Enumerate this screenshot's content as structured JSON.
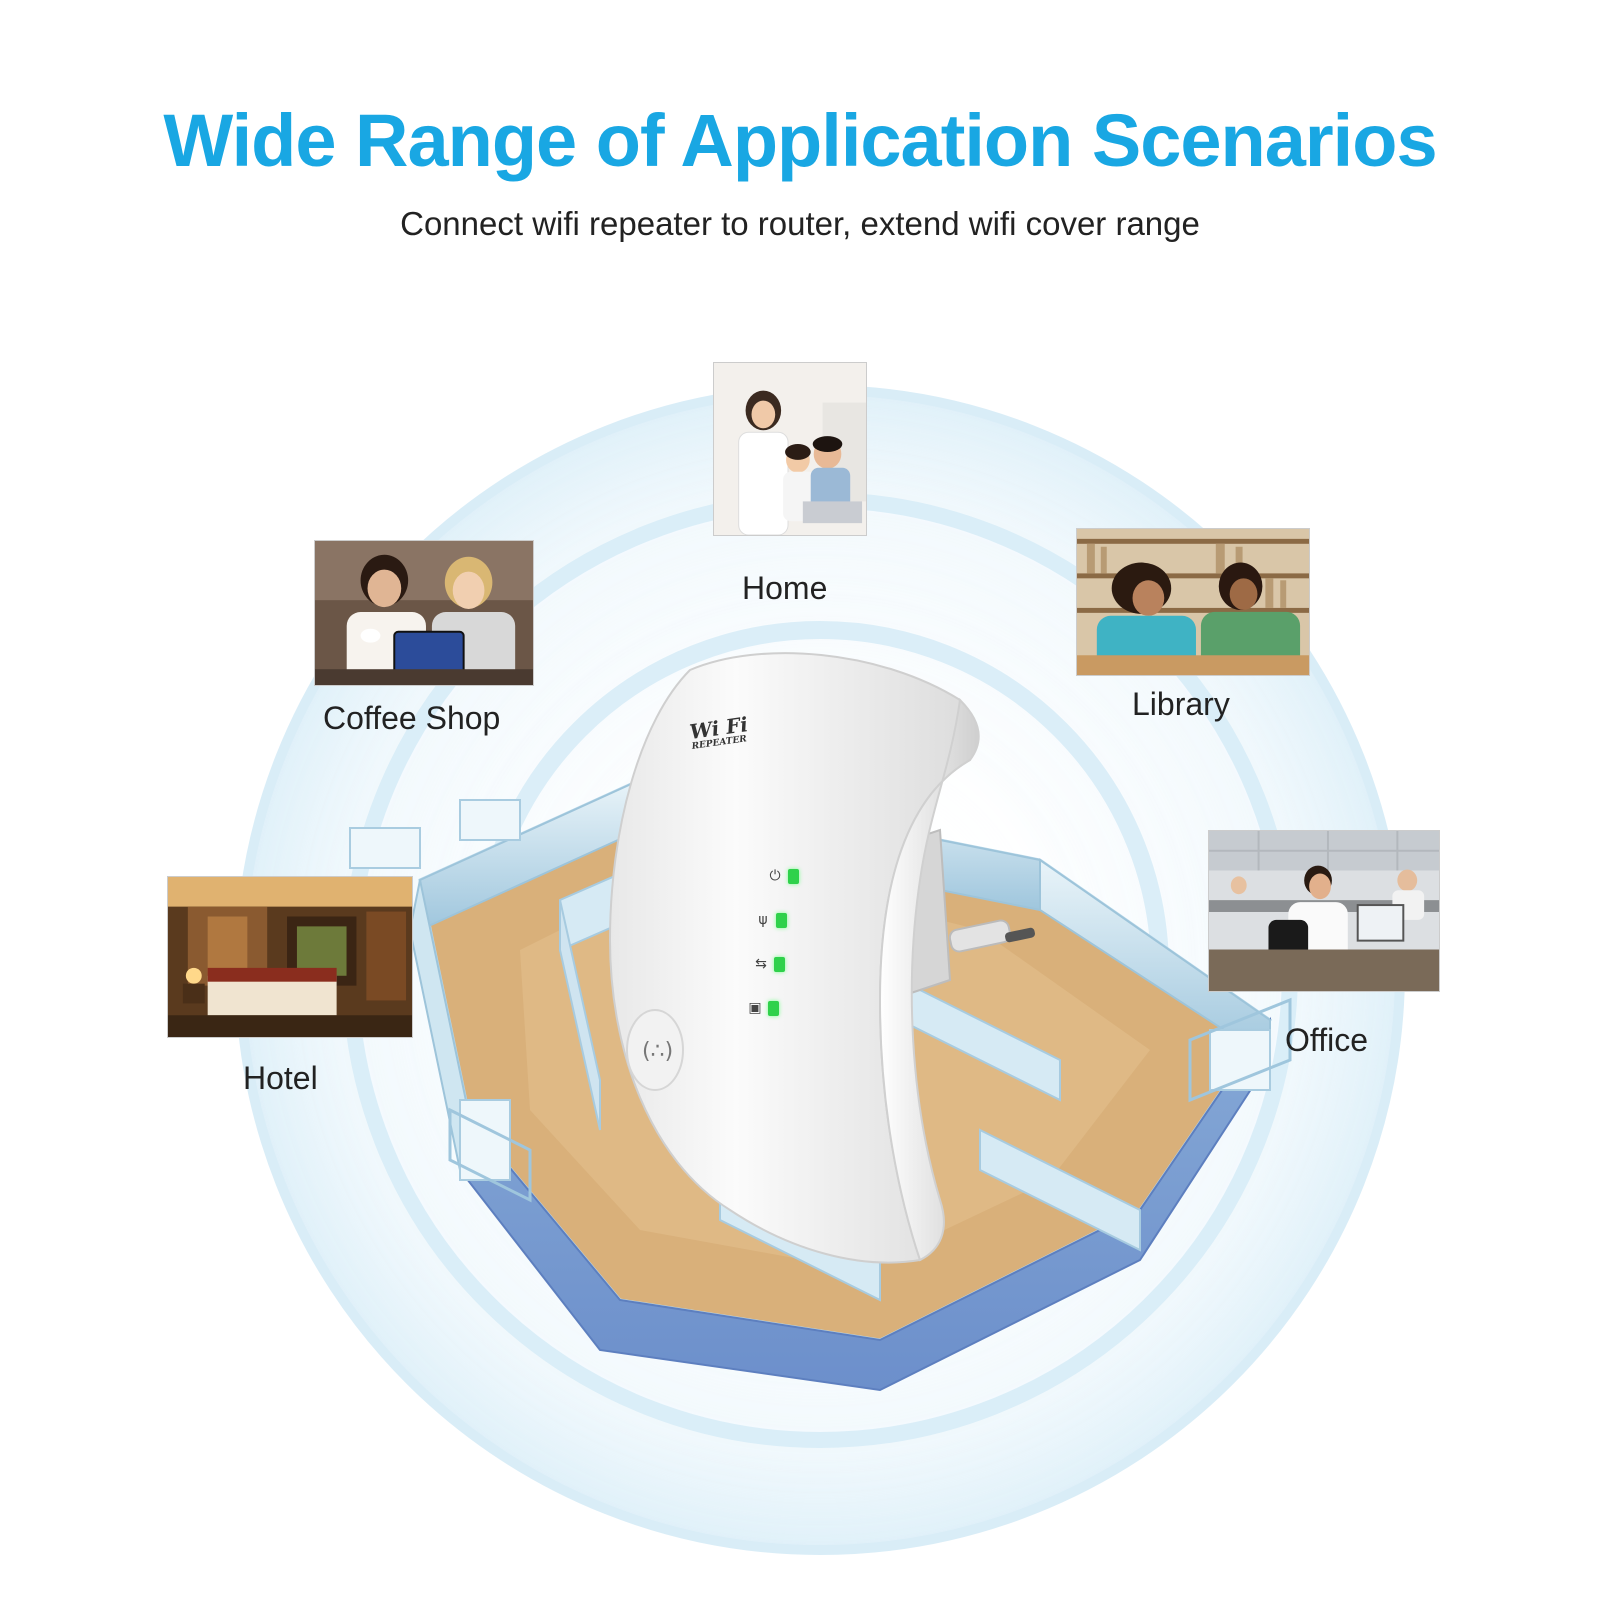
{
  "header": {
    "title": "Wide Range of Application Scenarios",
    "subtitle": "Connect wifi repeater to router, extend wifi cover range"
  },
  "scenarios": [
    {
      "id": "home",
      "label": "Home"
    },
    {
      "id": "coffee-shop",
      "label": "Coffee Shop"
    },
    {
      "id": "library",
      "label": "Library"
    },
    {
      "id": "hotel",
      "label": "Hotel"
    },
    {
      "id": "office",
      "label": "Office"
    }
  ],
  "device": {
    "logo_text": "Wi Fi",
    "logo_subtext": "REPEATER",
    "indicators": [
      {
        "icon": "power-icon",
        "glyph": "⏻"
      },
      {
        "icon": "wireless-icon",
        "glyph": "ψ"
      },
      {
        "icon": "link-icon",
        "glyph": "⇆"
      },
      {
        "icon": "lan-icon",
        "glyph": "▣"
      }
    ]
  },
  "colors": {
    "title": "#19a7e3",
    "rings": "#cfe9f6",
    "led": "#2fd14b",
    "device_body": "#f4f4f4",
    "building_walls": "#bfe0ee",
    "building_floor": "#d9b07a"
  }
}
